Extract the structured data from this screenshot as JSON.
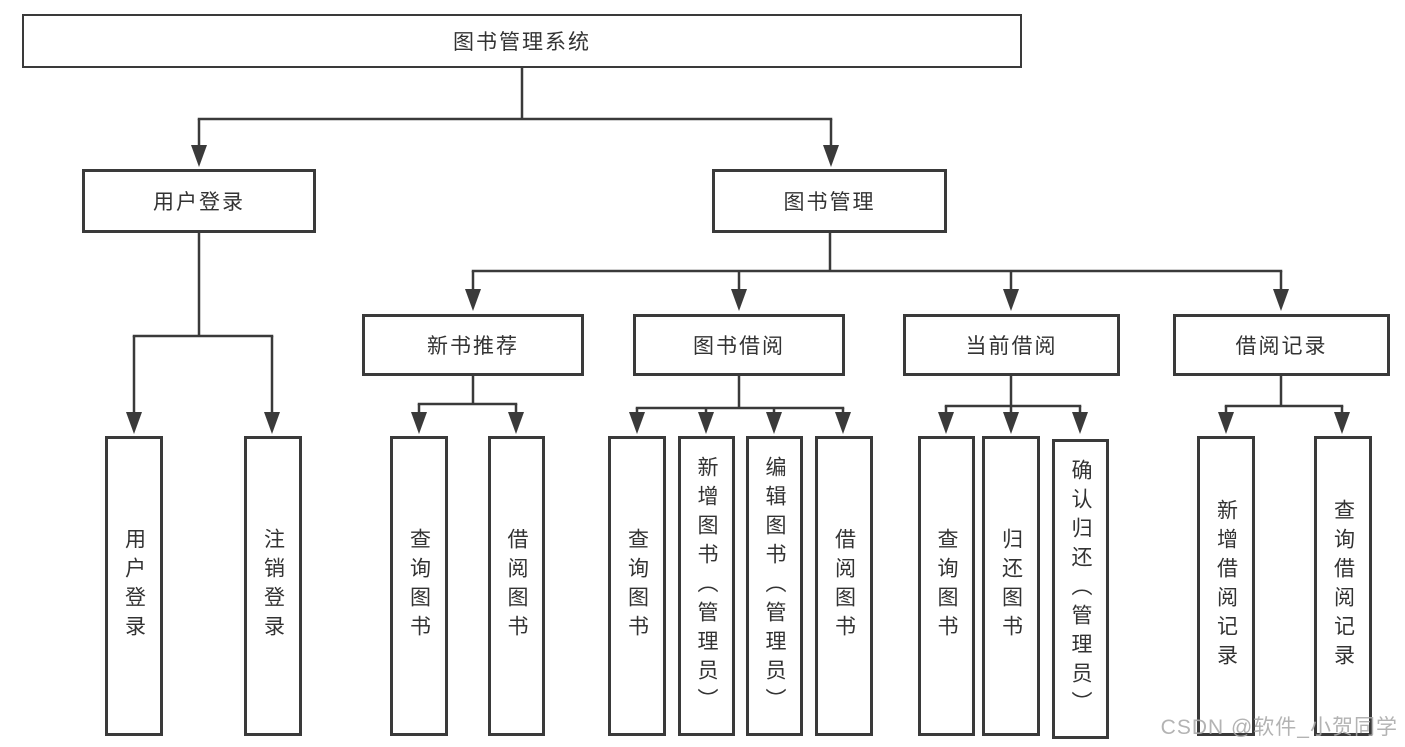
{
  "diagram": {
    "colors": {
      "line": "#3a3a3a",
      "border": "#3a3a3a",
      "text": "#333333",
      "background": "#ffffff",
      "watermark": "#ababab"
    },
    "watermark": "CSDN @软件_小贺同学",
    "nodes": {
      "root": "图书管理系统",
      "user_login": "用户登录",
      "book_management": "图书管理",
      "new_book_recommend": "新书推荐",
      "book_borrow": "图书借阅",
      "current_borrow": "当前借阅",
      "borrow_records": "借阅记录",
      "leaf_user_login": "用户登录",
      "leaf_logout": "注销登录",
      "leaf_nbr_query_books": "查询图书",
      "leaf_nbr_borrow_books": "借阅图书",
      "leaf_bb_query_books": "查询图书",
      "leaf_bb_add_books": "新增图书（管理员）",
      "leaf_bb_edit_books": "编辑图书（管理员）",
      "leaf_bb_borrow_books": "借阅图书",
      "leaf_cb_query_books": "查询图书",
      "leaf_cb_return_books": "归还图书",
      "leaf_cb_confirm_return": "确认归还（管理员）",
      "leaf_br_add_record": "新增借阅记录",
      "leaf_br_query_record": "查询借阅记录"
    }
  }
}
